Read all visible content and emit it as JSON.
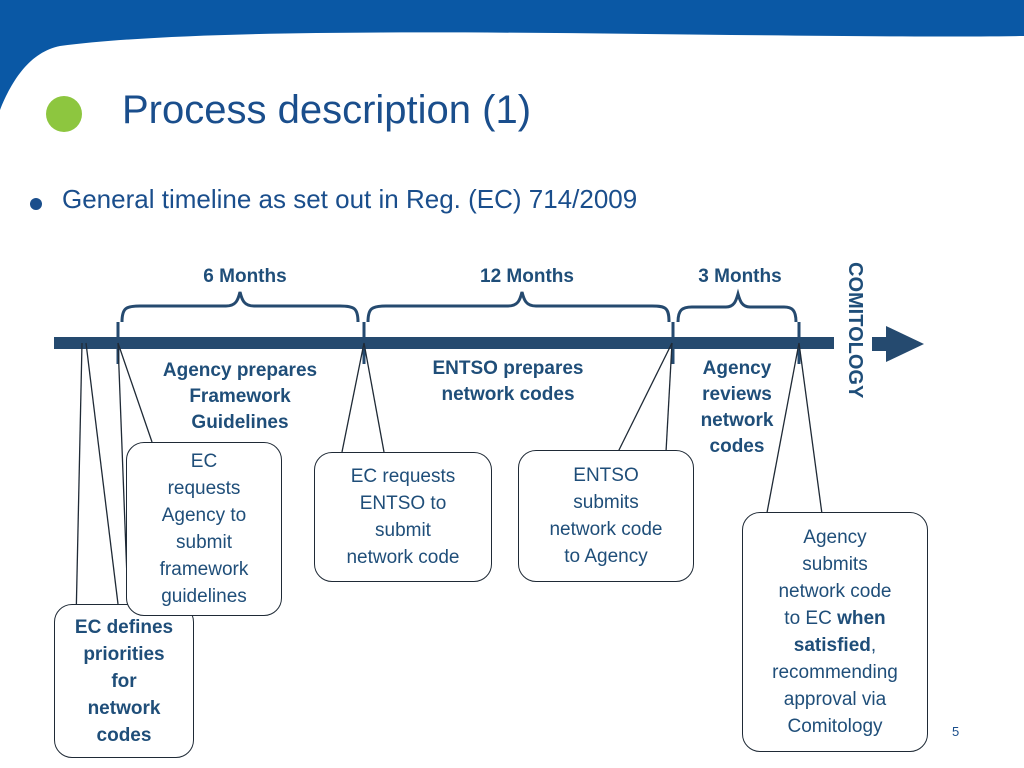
{
  "title": "Process description (1)",
  "subtitle": "General timeline as set out in Reg. (EC) 714/2009",
  "periods": {
    "p1": "6 Months",
    "p2": "12 Months",
    "p3": "3 Months"
  },
  "phases": {
    "agency_prepares": [
      "Agency prepares",
      "Framework",
      "Guidelines"
    ],
    "entso_prepares": [
      "ENTSO prepares",
      "network codes"
    ],
    "agency_reviews": [
      "Agency",
      "reviews",
      "network",
      "codes"
    ]
  },
  "comitology_label": "COMITOLOGY",
  "boxes": {
    "ec_defines": [
      "EC defines",
      "priorities",
      "for",
      "network",
      "codes"
    ],
    "ec_requests_agency": [
      "EC",
      "requests",
      "Agency to",
      "submit",
      "framework",
      "guidelines"
    ],
    "ec_requests_entso": [
      "EC requests",
      "ENTSO to",
      "submit",
      "network code"
    ],
    "entso_submits": [
      "ENTSO",
      "submits",
      "network code",
      "to Agency"
    ],
    "agency_submits": {
      "line1": "Agency",
      "line2": "submits",
      "line3": "network code",
      "line4a": "to EC ",
      "line4b": "when",
      "line5a": "satisfied",
      "line5b": ",",
      "line6": "recommending",
      "line7": "approval via",
      "line8": "Comitology"
    }
  },
  "page_number": "5",
  "colors": {
    "header_blue": "#0a58a5",
    "title_blue": "#1a4e8c",
    "timeline_blue": "#254a6f",
    "accent_green": "#8dc63f"
  }
}
